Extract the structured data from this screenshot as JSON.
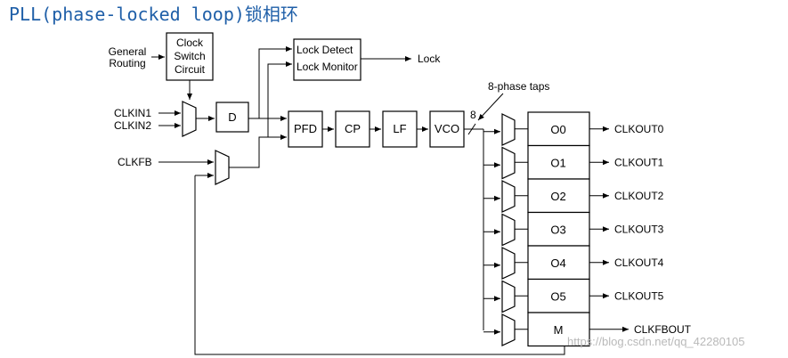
{
  "title": "PLL(phase-locked loop)锁相环",
  "inputs": {
    "general_routing": [
      "General",
      "Routing"
    ],
    "clkin1": "CLKIN1",
    "clkin2": "CLKIN2",
    "clkfb": "CLKFB"
  },
  "blocks": {
    "clock_switch": [
      "Clock",
      "Switch",
      "Circuit"
    ],
    "d": "D",
    "lock_detect": "Lock Detect",
    "lock_monitor": "Lock Monitor",
    "pfd": "PFD",
    "cp": "CP",
    "lf": "LF",
    "vco": "VCO"
  },
  "lock_output": "Lock",
  "phase_taps": "8-phase taps",
  "bus_width": "8",
  "counters": [
    "O0",
    "O1",
    "O2",
    "O3",
    "O4",
    "O5",
    "M"
  ],
  "outputs": [
    "CLKOUT0",
    "CLKOUT1",
    "CLKOUT2",
    "CLKOUT3",
    "CLKOUT4",
    "CLKOUT5",
    "CLKFBOUT"
  ],
  "watermark": "https://blog.csdn.net/qq_42280105"
}
